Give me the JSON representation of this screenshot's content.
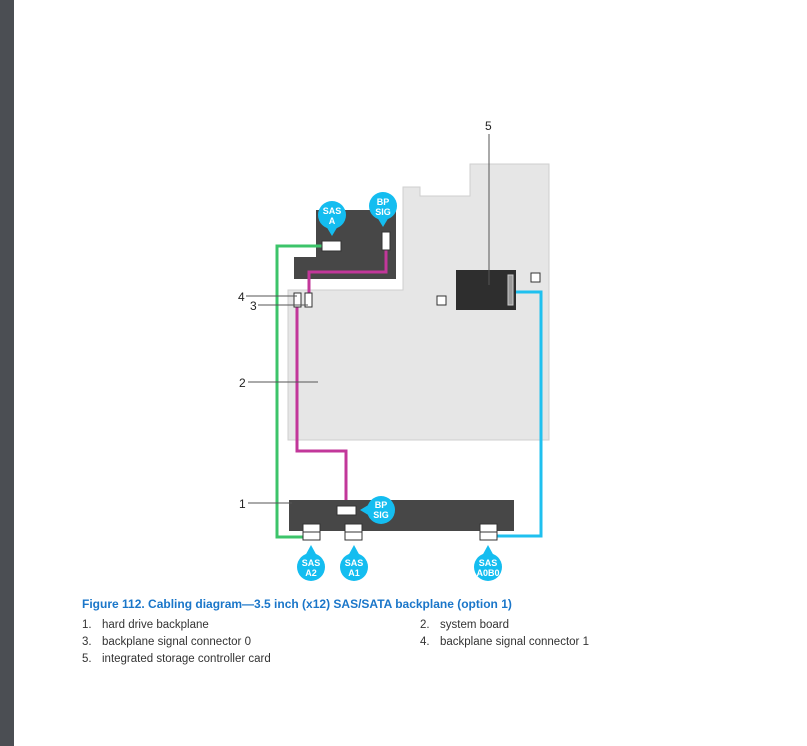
{
  "figure": {
    "caption": "Figure 112. Cabling diagram—3.5 inch (x12) SAS/SATA backplane (option 1)",
    "callouts": {
      "c1": "1",
      "c2": "2",
      "c3": "3",
      "c4": "4",
      "c5": "5"
    },
    "bubbles": {
      "sas_a": [
        "SAS",
        "A"
      ],
      "bp_sig_top": [
        "BP",
        "SIG"
      ],
      "bp_sig_bottom": [
        "BP",
        "SIG"
      ],
      "sas_a2": [
        "SAS",
        "A2"
      ],
      "sas_a1": [
        "SAS",
        "A1"
      ],
      "sas_a0b0": [
        "SAS",
        "A0B0"
      ]
    },
    "colors": {
      "sas_cable_green": "#3cc46a",
      "signal_cable_magenta": "#c2379a",
      "sas_cable_blue": "#1fc0ef",
      "bubble": "#14bdf0",
      "board": "#e6e6e6",
      "component": "#474747"
    }
  },
  "legend": [
    {
      "num": "1.",
      "label": "hard drive backplane"
    },
    {
      "num": "2.",
      "label": "system board"
    },
    {
      "num": "3.",
      "label": "backplane signal connector 0"
    },
    {
      "num": "4.",
      "label": "backplane signal connector 1"
    },
    {
      "num": "5.",
      "label": "integrated storage controller card"
    }
  ]
}
